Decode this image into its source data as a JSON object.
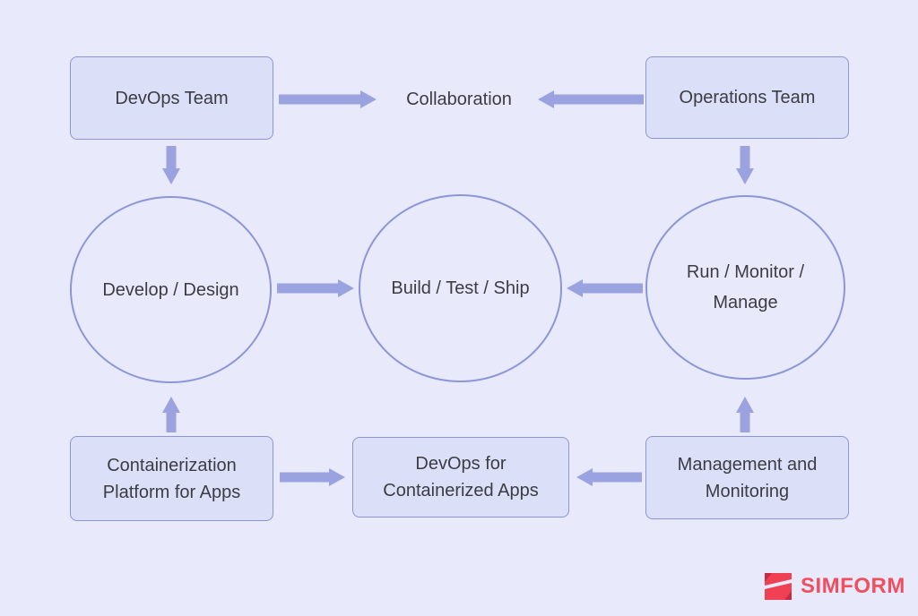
{
  "diagram": {
    "nodes": {
      "devops_team": {
        "label": "DevOps Team",
        "shape": "box"
      },
      "operations_team": {
        "label": "Operations Team",
        "shape": "box"
      },
      "collaboration": {
        "label": "Collaboration",
        "shape": "text"
      },
      "develop_design": {
        "label": "Develop / Design",
        "shape": "circle"
      },
      "build_test_ship": {
        "label": "Build / Test / Ship",
        "shape": "circle"
      },
      "run_monitor_manage": {
        "label": "Run / Monitor / Manage",
        "shape": "circle"
      },
      "containerization_platform": {
        "label": "Containerization Platform for Apps",
        "shape": "box"
      },
      "devops_containerized": {
        "label": "DevOps for Containerized Apps",
        "shape": "box"
      },
      "management_monitoring": {
        "label": "Management and Monitoring",
        "shape": "box"
      }
    },
    "edges": [
      {
        "from": "DevOps Team",
        "to": "Collaboration"
      },
      {
        "from": "Operations Team",
        "to": "Collaboration"
      },
      {
        "from": "DevOps Team",
        "to": "Develop / Design"
      },
      {
        "from": "Operations Team",
        "to": "Run / Monitor / Manage"
      },
      {
        "from": "Develop / Design",
        "to": "Build / Test / Ship"
      },
      {
        "from": "Run / Monitor / Manage",
        "to": "Build / Test / Ship"
      },
      {
        "from": "Containerization Platform for Apps",
        "to": "Develop / Design"
      },
      {
        "from": "Management and Monitoring",
        "to": "Run / Monitor / Manage"
      },
      {
        "from": "Containerization Platform for Apps",
        "to": "DevOps for Containerized Apps"
      },
      {
        "from": "Management and Monitoring",
        "to": "DevOps for Containerized Apps"
      }
    ]
  },
  "logo": {
    "text": "SIMFORM"
  },
  "colors": {
    "background": "#e8eafb",
    "node_fill": "#dbdff8",
    "node_border": "#8c95d8",
    "arrow": "#9aa3e0",
    "text": "#3c3c43",
    "logo_red": "#ef4054",
    "logo_red_dark": "#c62b44",
    "logo_text": "#ef4f5e"
  }
}
